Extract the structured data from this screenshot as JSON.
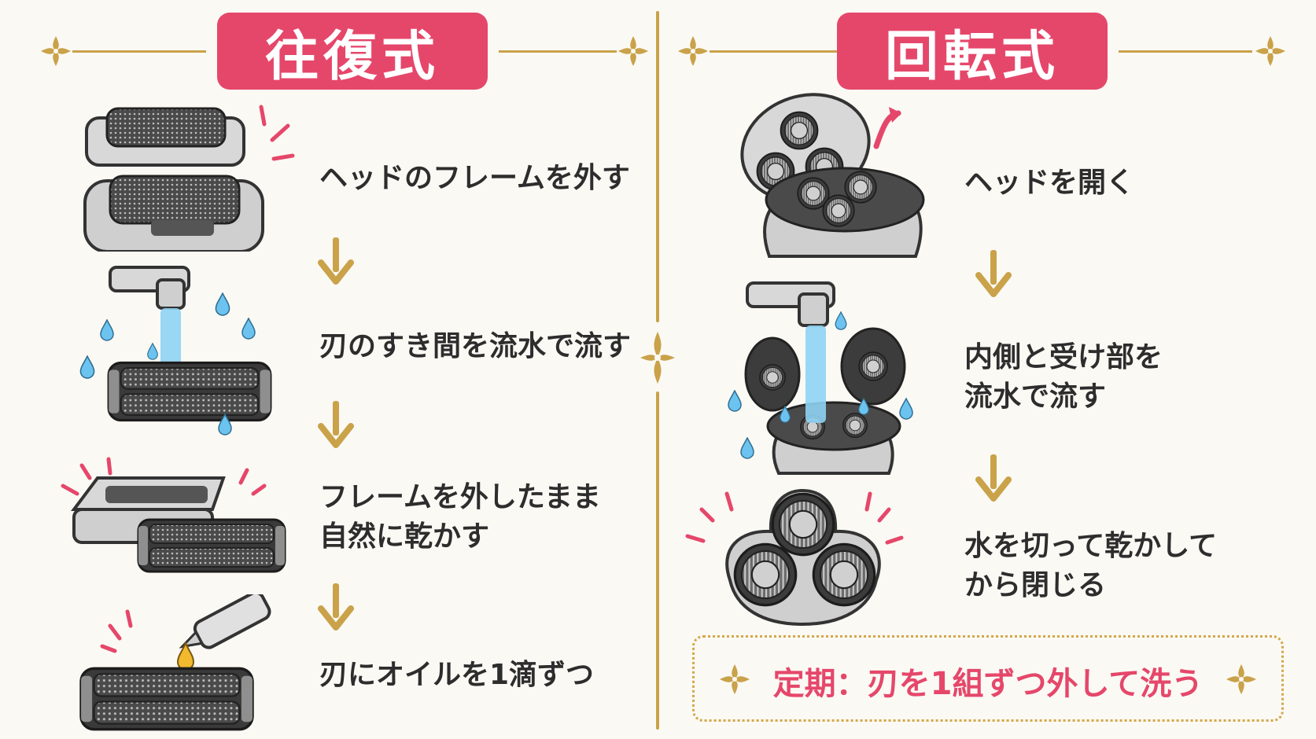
{
  "colors": {
    "accent_pink": "#e5476a",
    "gold": "#c9a24a",
    "water_blue": "#6cc3ef",
    "background": "#fbf9f4"
  },
  "left": {
    "title": "往復式",
    "steps": [
      {
        "label": "ヘッドのフレームを外す",
        "icon": "foil-head-removal-icon"
      },
      {
        "label": "刃のすき間を流水で流す",
        "icon": "foil-rinse-icon"
      },
      {
        "label_line1": "フレームを外したまま",
        "label_line2": "自然に乾かす",
        "icon": "foil-dry-icon"
      },
      {
        "label": "刃にオイルを1滴ずつ",
        "icon": "oil-drop-icon"
      }
    ]
  },
  "right": {
    "title": "回転式",
    "steps": [
      {
        "label": "ヘッドを開く",
        "icon": "rotary-head-open-icon"
      },
      {
        "label_line1": "内側と受け部を",
        "label_line2": "流水で流す",
        "icon": "rotary-rinse-icon"
      },
      {
        "label_line1": "水を切って乾かして",
        "label_line2": "から閉じる",
        "icon": "rotary-dry-icon"
      }
    ],
    "tip": "定期：刃を1組ずつ外して洗う"
  },
  "icons": {
    "arrow": "down-arrow-icon",
    "ornament": "fleur-ornament-icon"
  }
}
